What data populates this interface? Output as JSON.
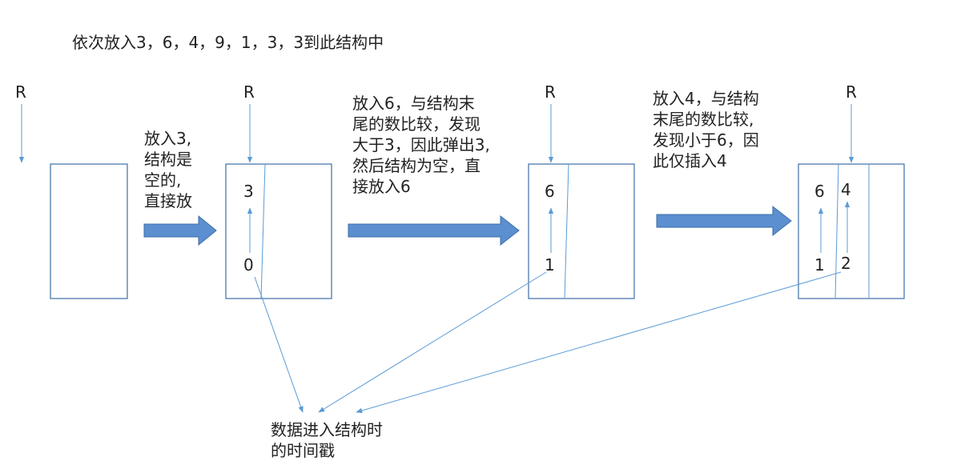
{
  "title": "依次放入3，6，4，9，1，3，3到此结构中",
  "pointer_label": "R",
  "annotations": {
    "step1": "放入3,\n结构是\n空的,\n直接放",
    "step2": "放入6，与结构末\n尾的数比较，发现\n大于3，因此弹出3,\n然后结构为空，直\n接放入6",
    "step3": "放入4，与结构\n末尾的数比较,\n发现小于6，因\n此仅插入4",
    "timestamp_note": "数据进入结构时\n的时间戳"
  },
  "structures": [
    {
      "id": "s0",
      "values": [],
      "timestamps": []
    },
    {
      "id": "s1",
      "values": [
        "3"
      ],
      "timestamps": [
        "0"
      ]
    },
    {
      "id": "s2",
      "values": [
        "6"
      ],
      "timestamps": [
        "1"
      ]
    },
    {
      "id": "s3",
      "values": [
        "6",
        "4"
      ],
      "timestamps": [
        "1",
        "2"
      ]
    }
  ],
  "colors": {
    "box_stroke": "#3d6fa8",
    "arrow_fill": "#5b8fcf",
    "line": "#5b9bd5"
  }
}
